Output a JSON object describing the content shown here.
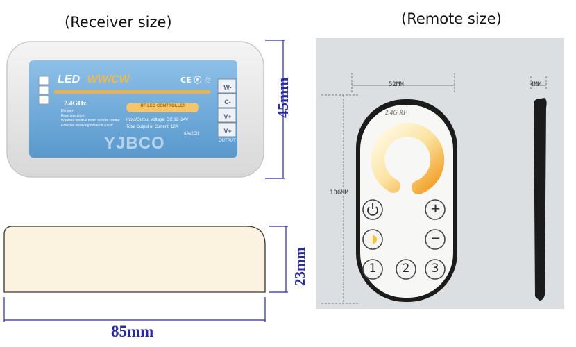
{
  "titles": {
    "receiver": "(Receiver size)",
    "remote": "(Remote size)"
  },
  "receiver": {
    "label_led": "LED",
    "label_model": "WW/CW",
    "frequency": "2.4GHz",
    "controller_badge": "RF LED CONTROLLER",
    "spec_voltage": "Input/Output Voltage: DC 12~24V",
    "spec_current": "Total Output of Current: 12A",
    "spec_channels": "6Ax2CH",
    "features": [
      "Dimmer",
      "Easy operation",
      "Wireless intuitive touch remote control",
      "Effective receiving distance >30m"
    ],
    "terminals": [
      "W-",
      "C-",
      "V+",
      "V+"
    ],
    "output_label": "OUTPUT",
    "cert_marks": "CE ⓔ ♲",
    "watermark": "YJBCO",
    "height_dim": "45mm",
    "thickness_dim": "23mm",
    "width_dim": "85mm"
  },
  "remote": {
    "brand": "2.4G RF",
    "width_dim": "52MM",
    "height_dim": "106MM",
    "thickness_dim": "4MM",
    "buttons": {
      "plus": "+",
      "minus": "−",
      "one": "1",
      "two": "2",
      "three": "3"
    }
  },
  "colors": {
    "dim_blue": "#2a2aa0",
    "receiver_label": "#6fa8d6",
    "wheel_warm": "#f29a1f",
    "wheel_cool": "#fff8e0"
  }
}
